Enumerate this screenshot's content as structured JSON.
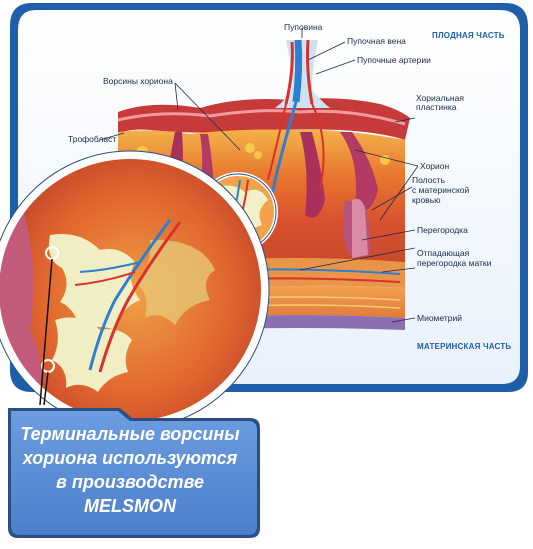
{
  "sections": {
    "fetal": "ПЛОДНАЯ ЧАСТЬ",
    "maternal": "МАТЕРИНСКАЯ ЧАСТЬ"
  },
  "labels": {
    "umbilical_cord": "Пуповина",
    "umbilical_vein": "Пупочная вена",
    "umbilical_arteries": "Пупочные артерии",
    "chorionic_villi": "Ворсины хориона",
    "chorionic_plate_1": "Хориальная",
    "chorionic_plate_2": "пластинка",
    "trophoblast": "Трофобласт",
    "chorion": "Хорион",
    "cavity_1": "Полость",
    "cavity_2": "с материнской",
    "cavity_3": "кровью",
    "septum": "Перегородка",
    "decidual_1": "Отпадающая",
    "decidual_2": "перегородка матки",
    "myometrium": "Миометрий"
  },
  "caption": {
    "line1": "Терминальные ворсины",
    "line2": "хориона используются",
    "line3": "в производстве",
    "line4": "MELSMON"
  },
  "colors": {
    "panel_border": "#1f5ea8",
    "caption_bg": "#5b8fd6",
    "artery": "#d8322a",
    "vein": "#2f7fd0"
  }
}
